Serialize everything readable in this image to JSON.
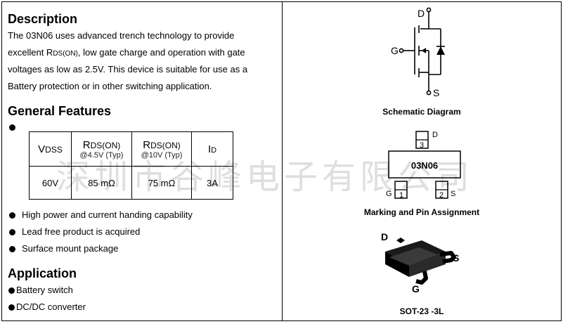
{
  "description": {
    "heading": "Description",
    "line1": "The 03N06  uses advanced trench technology to provide",
    "line2_pre": "excellent R",
    "line2_sub": "DS(ON)",
    "line2_post": ", low gate charge and operation with gate",
    "line3": "voltages as low as 2.5V. This device is suitable for use as a",
    "line4": "Battery protection or in other switching application."
  },
  "features": {
    "heading": "General Features",
    "table": {
      "h1_main": "V",
      "h1_sub": "DSS",
      "h2_main": "R",
      "h2_sub": "DS(ON)",
      "h2_cond": "@4.5V (Typ)",
      "h3_main": "R",
      "h3_sub": "DS(ON)",
      "h3_cond": "@10V (Typ)",
      "h4_main": "I",
      "h4_sub": "D",
      "v1": "60V",
      "v2": "85 mΩ",
      "v3": "75 mΩ",
      "v4": "3A"
    },
    "items": [
      "High power and current handing capability",
      "Lead free product is acquired",
      "Surface mount package"
    ]
  },
  "application": {
    "heading": "Application",
    "items": [
      "Battery switch",
      "DC/DC converter"
    ]
  },
  "schematic": {
    "caption": "Schematic Diagram",
    "d": "D",
    "g": "G",
    "s": "S"
  },
  "marking": {
    "caption": "Marking and Pin Assignment",
    "code": "03N06",
    "pin1": "1",
    "pin2": "2",
    "pin3": "3",
    "g": "G",
    "s": "S",
    "d": "D"
  },
  "package": {
    "caption": "SOT-23 -3L",
    "d": "D",
    "s": "S",
    "g": "G"
  },
  "watermark": "深圳市谷峰电子有限公司"
}
